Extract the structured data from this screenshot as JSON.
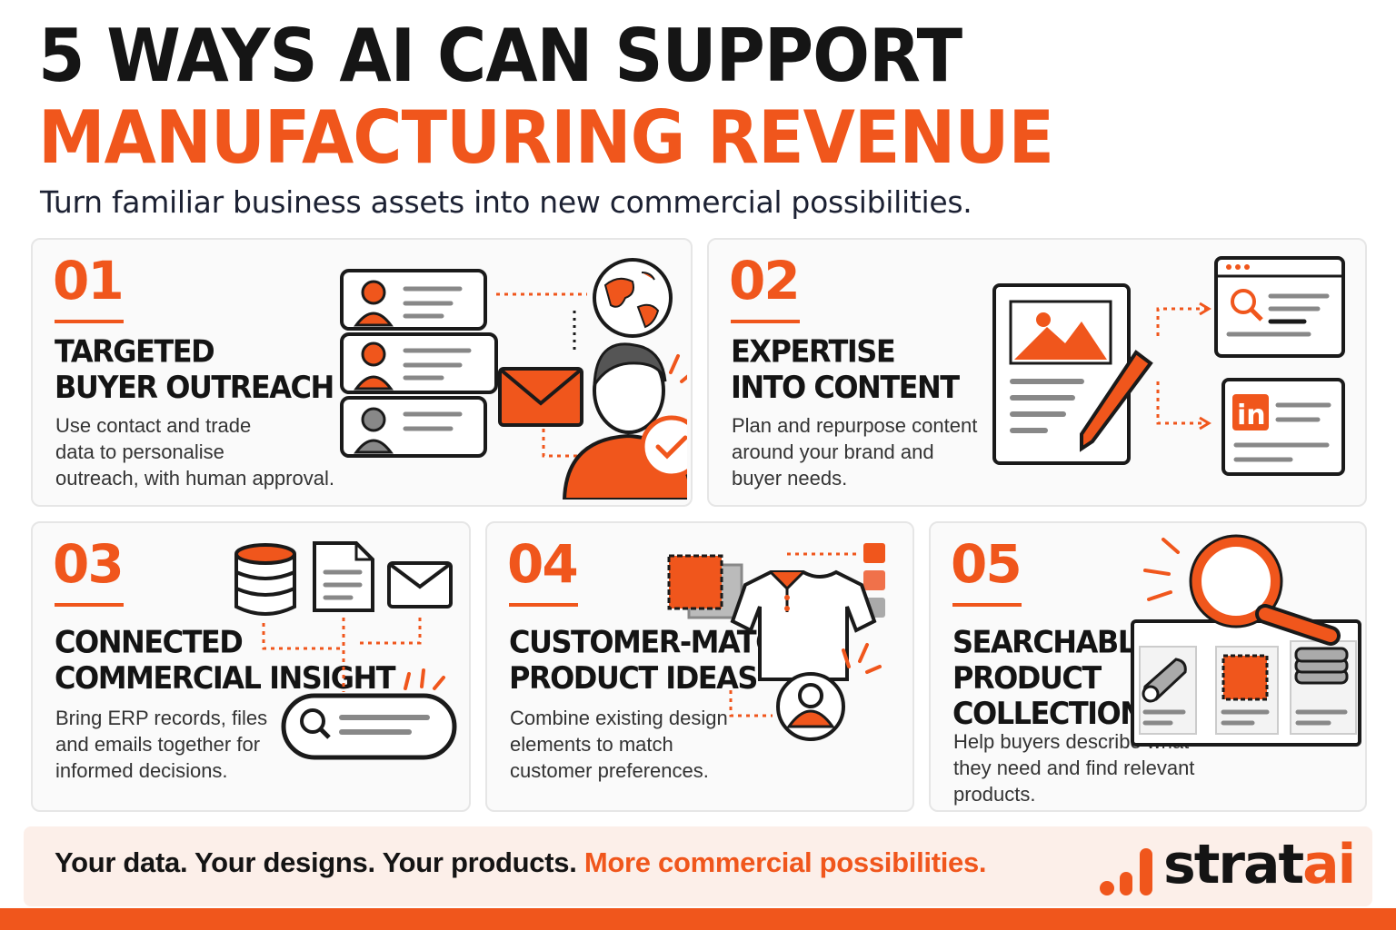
{
  "header": {
    "title_line1": "5 WAYS AI CAN SUPPORT",
    "title_line2": "MANUFACTURING REVENUE",
    "subtitle": "Turn familiar business assets into new commercial possibilities."
  },
  "cards": [
    {
      "number": "01",
      "heading": [
        "TARGETED",
        "BUYER OUTREACH"
      ],
      "description": [
        "Use contact and trade",
        "data to personalise",
        "outreach, with human approval."
      ]
    },
    {
      "number": "02",
      "heading": [
        "EXPERTISE",
        "INTO CONTENT"
      ],
      "description": [
        "Plan and repurpose content",
        "around your brand and",
        "buyer needs."
      ]
    },
    {
      "number": "03",
      "heading": [
        "CONNECTED",
        "COMMERCIAL INSIGHT"
      ],
      "description": [
        "Bring ERP records, files",
        "and emails together for",
        "informed decisions."
      ]
    },
    {
      "number": "04",
      "heading": [
        "CUSTOMER-MATCHED",
        "PRODUCT IDEAS"
      ],
      "description": [
        "Combine existing design",
        "elements to match",
        "customer preferences."
      ]
    },
    {
      "number": "05",
      "heading": [
        "SEARCHABLE",
        "PRODUCT",
        "COLLECTIONS"
      ],
      "description": [
        "Help buyers describe what",
        "they need and find relevant",
        "products."
      ]
    }
  ],
  "footer": {
    "tagline_black": "Your data. Your designs. Your products.",
    "tagline_orange": "More commercial possibilities.",
    "logo_main": "strat",
    "logo_accent": "ai"
  },
  "linkedin_icon_text": "in",
  "colors": {
    "accent": "#f0561c",
    "dark": "#141414",
    "banner": "#fcefe9"
  }
}
